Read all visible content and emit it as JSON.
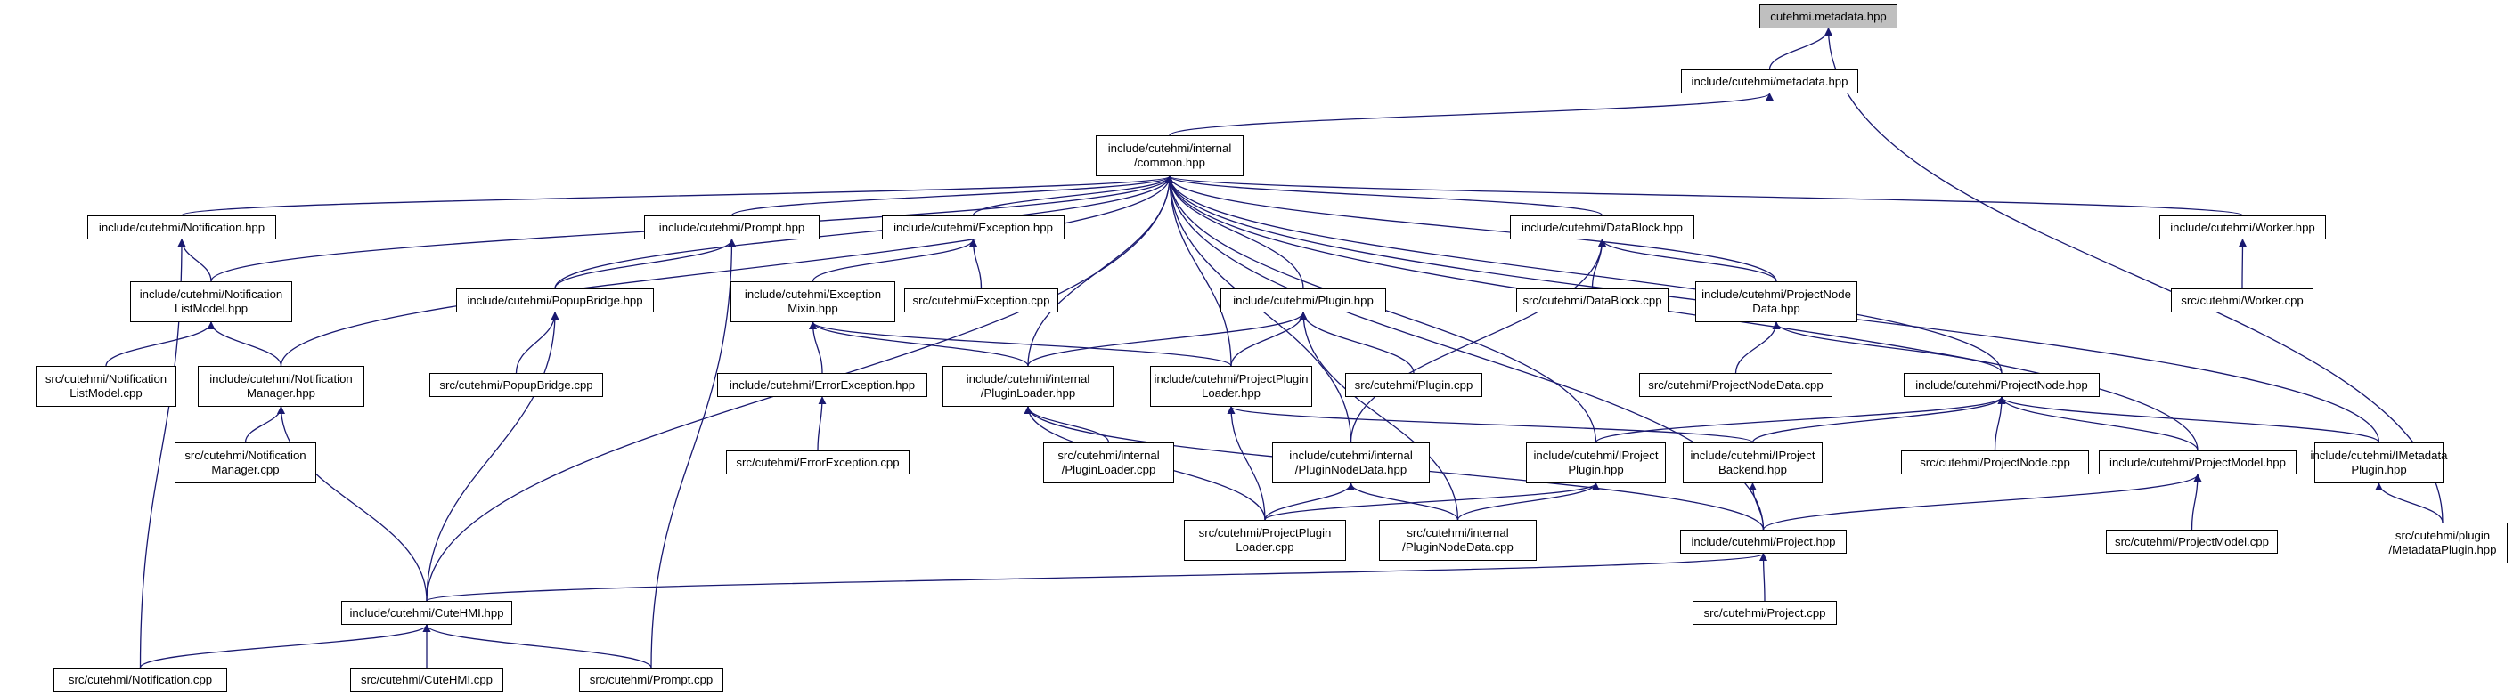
{
  "graph": {
    "colors": {
      "edge": "#191970",
      "node_border": "#000000",
      "node_fill": "#ffffff",
      "root_fill": "#bfbfbf"
    },
    "nodes": [
      {
        "id": "meta",
        "label": "cutehmi.metadata.hpp",
        "root": true
      },
      {
        "id": "metah",
        "label": "include/cutehmi/metadata.hpp"
      },
      {
        "id": "common",
        "label": "include/cutehmi/internal\n/common.hpp"
      },
      {
        "id": "notif",
        "label": "include/cutehmi/Notification.hpp"
      },
      {
        "id": "prompt",
        "label": "include/cutehmi/Prompt.hpp"
      },
      {
        "id": "exc",
        "label": "include/cutehmi/Exception.hpp"
      },
      {
        "id": "datablock",
        "label": "include/cutehmi/DataBlock.hpp"
      },
      {
        "id": "worker",
        "label": "include/cutehmi/Worker.hpp"
      },
      {
        "id": "notiflm",
        "label": "include/cutehmi/Notification\nListModel.hpp"
      },
      {
        "id": "popup",
        "label": "include/cutehmi/PopupBridge.hpp"
      },
      {
        "id": "excmixin",
        "label": "include/cutehmi/Exception\nMixin.hpp"
      },
      {
        "id": "exccpp",
        "label": "src/cutehmi/Exception.cpp"
      },
      {
        "id": "plugin",
        "label": "include/cutehmi/Plugin.hpp"
      },
      {
        "id": "datablockcpp",
        "label": "src/cutehmi/DataBlock.cpp"
      },
      {
        "id": "pnd",
        "label": "include/cutehmi/ProjectNode\nData.hpp"
      },
      {
        "id": "workercpp",
        "label": "src/cutehmi/Worker.cpp"
      },
      {
        "id": "notiflmcpp",
        "label": "src/cutehmi/Notification\nListModel.cpp"
      },
      {
        "id": "notifmgr",
        "label": "include/cutehmi/Notification\nManager.hpp"
      },
      {
        "id": "popupcpp",
        "label": "src/cutehmi/PopupBridge.cpp"
      },
      {
        "id": "errexc",
        "label": "include/cutehmi/ErrorException.hpp"
      },
      {
        "id": "pluginloader",
        "label": "include/cutehmi/internal\n/PluginLoader.hpp"
      },
      {
        "id": "ppl",
        "label": "include/cutehmi/ProjectPlugin\nLoader.hpp"
      },
      {
        "id": "plugincpp",
        "label": "src/cutehmi/Plugin.cpp"
      },
      {
        "id": "pndcpp",
        "label": "src/cutehmi/ProjectNodeData.cpp"
      },
      {
        "id": "pnode",
        "label": "include/cutehmi/ProjectNode.hpp"
      },
      {
        "id": "notifmgrcpp",
        "label": "src/cutehmi/Notification\nManager.cpp"
      },
      {
        "id": "errexccpp",
        "label": "src/cutehmi/ErrorException.cpp"
      },
      {
        "id": "plcpp",
        "label": "src/cutehmi/internal\n/PluginLoader.cpp"
      },
      {
        "id": "pnodedata",
        "label": "include/cutehmi/internal\n/PluginNodeData.hpp"
      },
      {
        "id": "iproj",
        "label": "include/cutehmi/IProject\nPlugin.hpp"
      },
      {
        "id": "ibackend",
        "label": "include/cutehmi/IProject\nBackend.hpp"
      },
      {
        "id": "pnodecpp",
        "label": "src/cutehmi/ProjectNode.cpp"
      },
      {
        "id": "pmodel",
        "label": "include/cutehmi/ProjectModel.hpp"
      },
      {
        "id": "imeta",
        "label": "include/cutehmi/IMetadata\nPlugin.hpp"
      },
      {
        "id": "pplcpp",
        "label": "src/cutehmi/ProjectPlugin\nLoader.cpp"
      },
      {
        "id": "pnodedatacpp",
        "label": "src/cutehmi/internal\n/PluginNodeData.cpp"
      },
      {
        "id": "project",
        "label": "include/cutehmi/Project.hpp"
      },
      {
        "id": "pmodelcpp",
        "label": "src/cutehmi/ProjectModel.cpp"
      },
      {
        "id": "metaplugcpp",
        "label": "src/cutehmi/plugin\n/MetadataPlugin.hpp"
      },
      {
        "id": "cutehmi",
        "label": "include/cutehmi/CuteHMI.hpp"
      },
      {
        "id": "projectcpp",
        "label": "src/cutehmi/Project.cpp"
      },
      {
        "id": "notifcpp",
        "label": "src/cutehmi/Notification.cpp"
      },
      {
        "id": "cutehmicpp",
        "label": "src/cutehmi/CuteHMI.cpp"
      },
      {
        "id": "promptcpp",
        "label": "src/cutehmi/Prompt.cpp"
      }
    ],
    "edges": [
      [
        "metah",
        "meta"
      ],
      [
        "metaplugcpp",
        "meta"
      ],
      [
        "common",
        "metah"
      ],
      [
        "notif",
        "common"
      ],
      [
        "prompt",
        "common"
      ],
      [
        "exc",
        "common"
      ],
      [
        "datablock",
        "common"
      ],
      [
        "worker",
        "common"
      ],
      [
        "notiflm",
        "common"
      ],
      [
        "popup",
        "common"
      ],
      [
        "plugin",
        "common"
      ],
      [
        "pnd",
        "common"
      ],
      [
        "notifmgr",
        "common"
      ],
      [
        "pluginloader",
        "common"
      ],
      [
        "ppl",
        "common"
      ],
      [
        "pnode",
        "common"
      ],
      [
        "pnodedata",
        "common"
      ],
      [
        "iproj",
        "common"
      ],
      [
        "pmodel",
        "common"
      ],
      [
        "imeta",
        "common"
      ],
      [
        "project",
        "common"
      ],
      [
        "cutehmi",
        "common"
      ],
      [
        "notiflm",
        "notif"
      ],
      [
        "notifcpp",
        "notif"
      ],
      [
        "notiflmcpp",
        "notiflm"
      ],
      [
        "notifmgr",
        "notiflm"
      ],
      [
        "notifmgrcpp",
        "notifmgr"
      ],
      [
        "cutehmi",
        "notifmgr"
      ],
      [
        "popup",
        "prompt"
      ],
      [
        "promptcpp",
        "prompt"
      ],
      [
        "popupcpp",
        "popup"
      ],
      [
        "cutehmi",
        "popup"
      ],
      [
        "excmixin",
        "exc"
      ],
      [
        "exccpp",
        "exc"
      ],
      [
        "errexc",
        "excmixin"
      ],
      [
        "pluginloader",
        "excmixin"
      ],
      [
        "ppl",
        "excmixin"
      ],
      [
        "errexccpp",
        "errexc"
      ],
      [
        "pluginloader",
        "plugin"
      ],
      [
        "ppl",
        "plugin"
      ],
      [
        "plugincpp",
        "plugin"
      ],
      [
        "pnodedatacpp",
        "plugin"
      ],
      [
        "plcpp",
        "pluginloader"
      ],
      [
        "pplcpp",
        "pluginloader"
      ],
      [
        "project",
        "pluginloader"
      ],
      [
        "pplcpp",
        "ppl"
      ],
      [
        "ibackend",
        "ppl"
      ],
      [
        "datablockcpp",
        "datablock"
      ],
      [
        "pnd",
        "datablock"
      ],
      [
        "pnodedata",
        "datablock"
      ],
      [
        "pndcpp",
        "pnd"
      ],
      [
        "pnode",
        "pnd"
      ],
      [
        "iproj",
        "pnode"
      ],
      [
        "ibackend",
        "pnode"
      ],
      [
        "pnodecpp",
        "pnode"
      ],
      [
        "pmodel",
        "pnode"
      ],
      [
        "imeta",
        "pnode"
      ],
      [
        "pplcpp",
        "pnodedata"
      ],
      [
        "pnodedatacpp",
        "pnodedata"
      ],
      [
        "pplcpp",
        "iproj"
      ],
      [
        "pnodedatacpp",
        "iproj"
      ],
      [
        "project",
        "ibackend"
      ],
      [
        "project",
        "pmodel"
      ],
      [
        "pmodelcpp",
        "pmodel"
      ],
      [
        "metaplugcpp",
        "imeta"
      ],
      [
        "cutehmi",
        "project"
      ],
      [
        "projectcpp",
        "project"
      ],
      [
        "notifcpp",
        "cutehmi"
      ],
      [
        "cutehmicpp",
        "cutehmi"
      ],
      [
        "promptcpp",
        "cutehmi"
      ],
      [
        "workercpp",
        "worker"
      ]
    ]
  }
}
